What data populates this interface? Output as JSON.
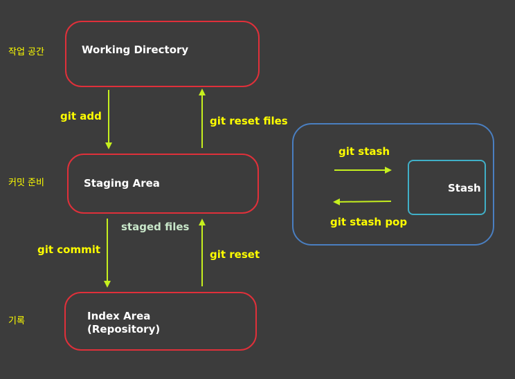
{
  "side_labels": {
    "working": "작업 공간",
    "staging": "커밋 준비",
    "history": "기록"
  },
  "boxes": {
    "working_directory": "Working Directory",
    "staging_area": "Staging Area",
    "index_area_line1": "Index Area",
    "index_area_line2": "(Repository)",
    "stash": "Stash"
  },
  "commands": {
    "git_add": "git add",
    "git_reset_files": "git reset files",
    "staged_files": "staged files",
    "git_commit": "git commit",
    "git_reset": "git reset",
    "git_stash": "git stash",
    "git_stash_pop": "git stash pop"
  },
  "colors": {
    "background": "#3c3c3c",
    "box_border": "#e0303a",
    "stash_panel_border": "#4a7fc1",
    "stash_box_border": "#40b0c8",
    "arrow": "#c6f01e",
    "command_text": "#ffff00",
    "box_text": "#ffffff"
  }
}
